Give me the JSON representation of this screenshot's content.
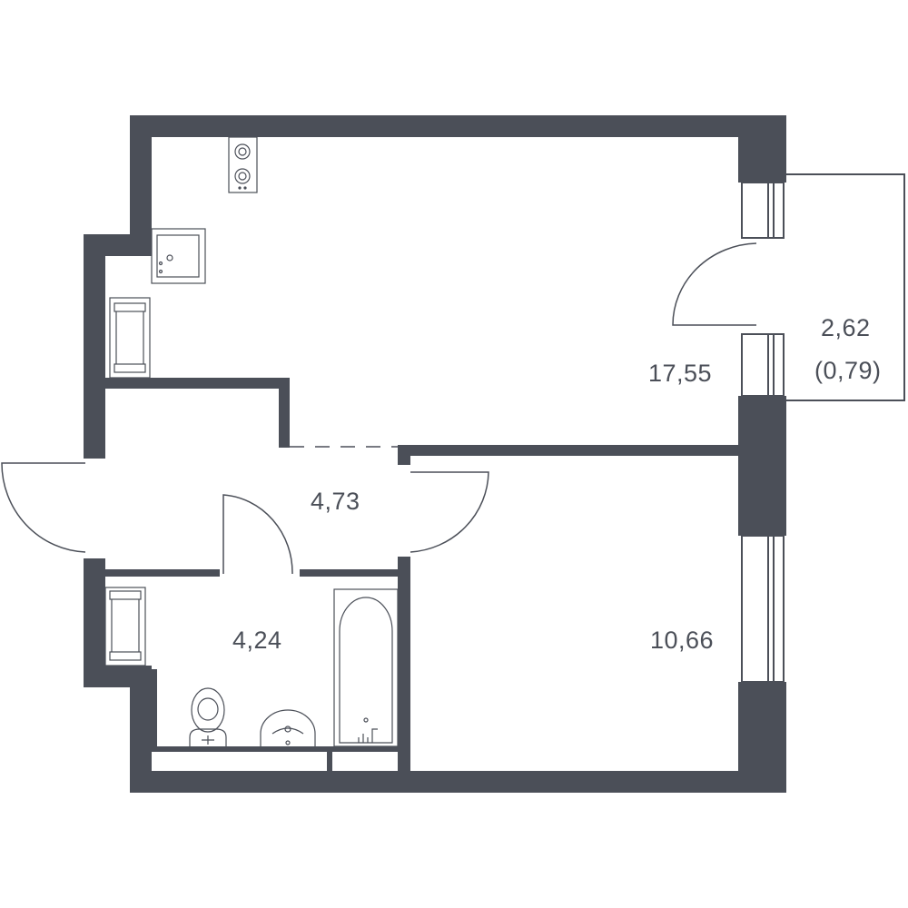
{
  "colors": {
    "wall": "#4b4f58",
    "line": "#4b4f58",
    "background": "#ffffff"
  },
  "rooms": {
    "living_kitchen": {
      "area": "17,55"
    },
    "balcony": {
      "area": "2,62",
      "reduced_area": "(0,79)"
    },
    "hallway": {
      "area": "4,73"
    },
    "bathroom": {
      "area": "4,24"
    },
    "bedroom": {
      "area": "10,66"
    }
  }
}
